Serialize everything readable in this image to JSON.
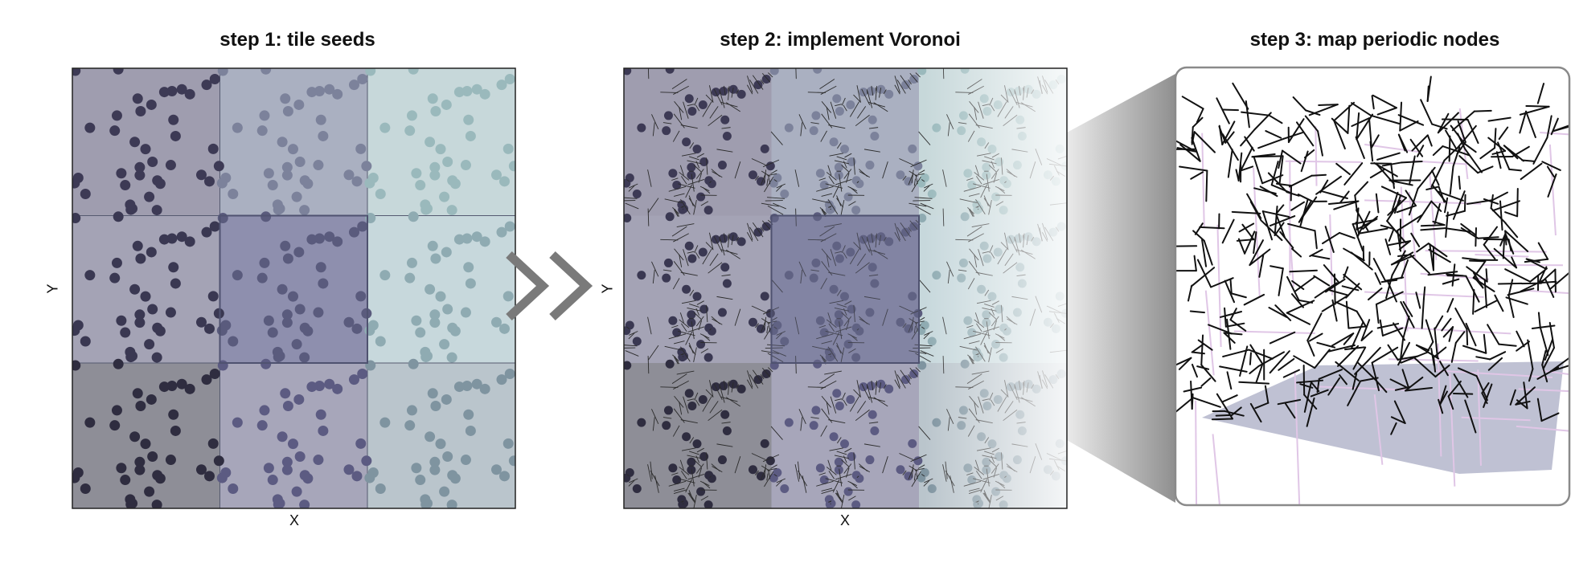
{
  "steps": [
    {
      "title": "step 1: tile seeds",
      "xlabel": "X",
      "ylabel": "Y"
    },
    {
      "title": "step 2: implement Voronoi",
      "xlabel": "X",
      "ylabel": "Y"
    },
    {
      "title": "step 3: map periodic nodes"
    }
  ],
  "colors": {
    "tile_shades": [
      [
        "#9f9daf",
        "#aab0c1",
        "#c7d8da"
      ],
      [
        "#a4a3b5",
        "#8e8fae",
        "#c7d8dc"
      ],
      [
        "#8e8e97",
        "#a7a6ba",
        "#bac5cc"
      ]
    ],
    "seed_shades": [
      [
        "#3d3a55",
        "#7c829b",
        "#9ab9bc"
      ],
      [
        "#3a3852",
        "#5a5b7d",
        "#8fabb2"
      ],
      [
        "#2f2d40",
        "#5c5b82",
        "#7f94a0"
      ]
    ],
    "center_tile": "#8e8fae",
    "voronoi_edge": "#2b2b2b",
    "network_edge": "#111111",
    "ghost_edge": "#e0c6e6",
    "floor": "#bfc1d3",
    "chevron": "#7a7a7a"
  },
  "icons": [
    "chevron-right-icon",
    "chevron-right-icon"
  ]
}
